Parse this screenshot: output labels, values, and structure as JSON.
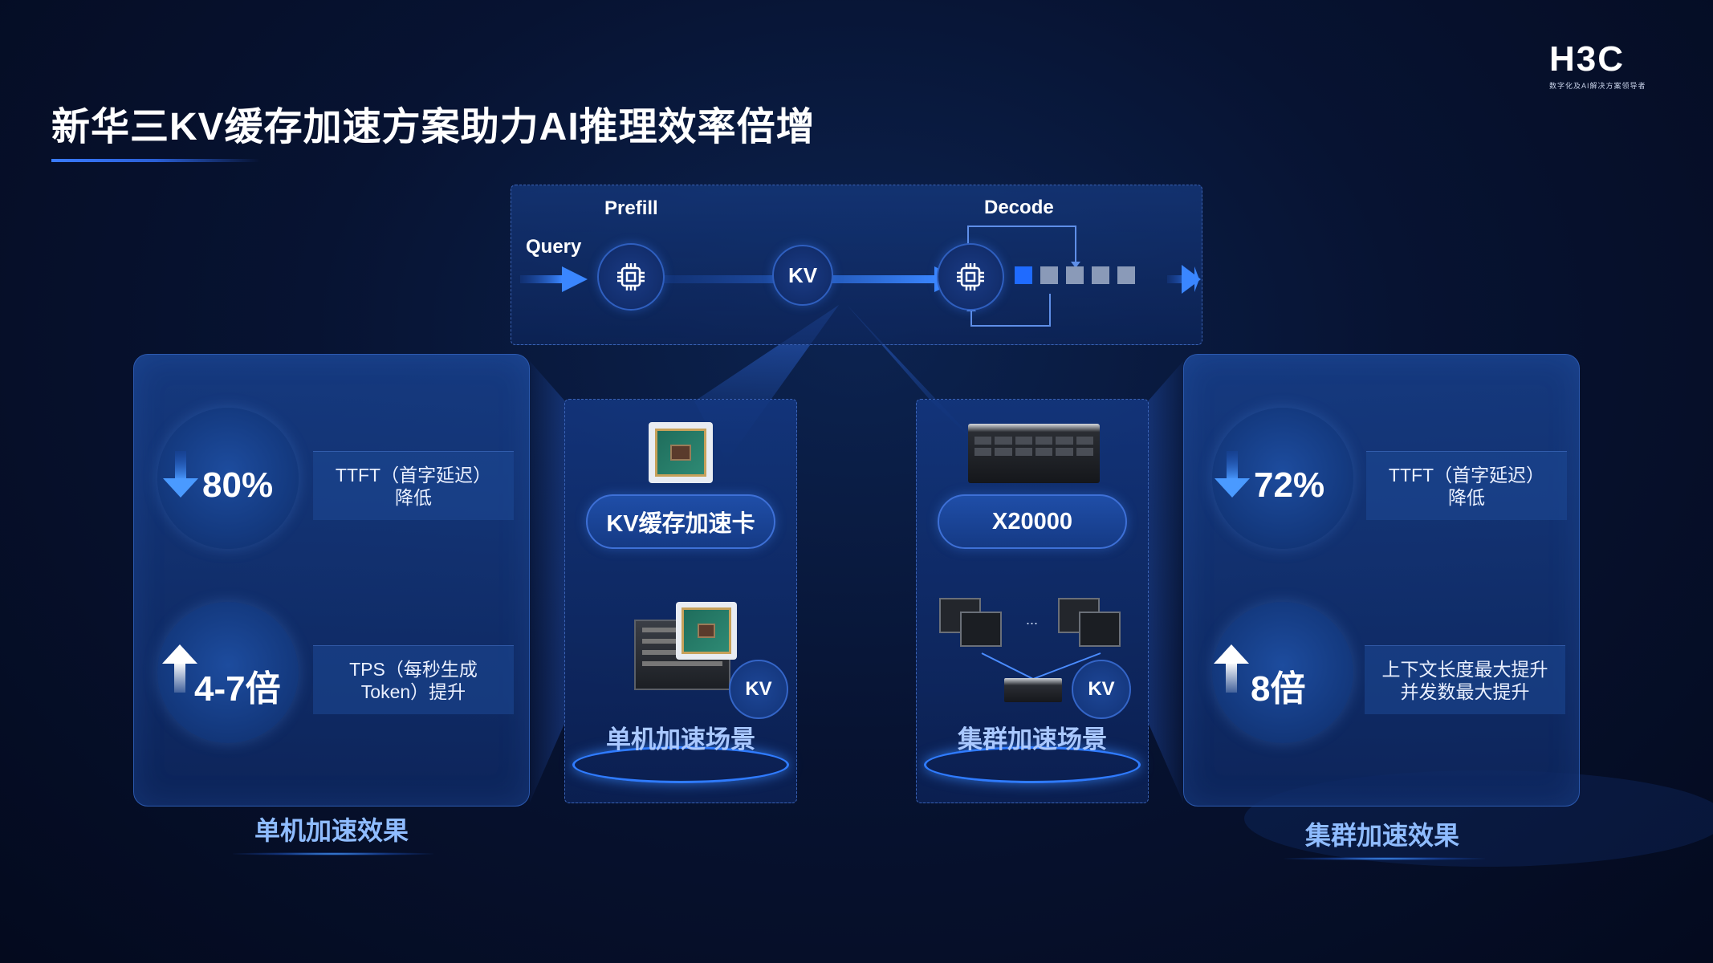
{
  "slide": {
    "title": "新华三KV缓存加速方案助力AI推理效率倍增"
  },
  "logo": {
    "main": "H3C",
    "tagline": "数字化及AI解决方案领导者"
  },
  "pipeline": {
    "query_label": "Query",
    "prefill_label": "Prefill",
    "decode_label": "Decode",
    "kv_label": "KV",
    "token_colors": [
      "#1f6bff",
      "#8a9ab8",
      "#8a9ab8",
      "#8a9ab8",
      "#8a9ab8"
    ]
  },
  "left_panel": {
    "metrics": [
      {
        "direction": "down",
        "value": "80%",
        "desc_line1": "TTFT（首字延迟）",
        "desc_line2": "降低"
      },
      {
        "direction": "up",
        "value": "4-7倍",
        "desc_line1": "TPS（每秒生成",
        "desc_line2": "Token）提升"
      }
    ],
    "caption": "单机加速效果"
  },
  "right_panel": {
    "metrics": [
      {
        "direction": "down",
        "value": "72%",
        "desc_line1": "TTFT（首字延迟）",
        "desc_line2": "降低"
      },
      {
        "direction": "up",
        "value": "8倍",
        "desc_line1": "上下文长度最大提升",
        "desc_line2": "并发数最大提升"
      }
    ],
    "caption": "集群加速效果"
  },
  "center_left": {
    "pill_label": "KV缓存加速卡",
    "kv_label": "KV",
    "scene_label": "单机加速场景"
  },
  "center_right": {
    "pill_label": "X20000",
    "kv_label": "KV",
    "ellipsis": "...",
    "scene_label": "集群加速场景"
  },
  "colors": {
    "accent": "#2f7bff",
    "panel_border": "#2c5ab0",
    "label_blue": "#8fbcff"
  }
}
